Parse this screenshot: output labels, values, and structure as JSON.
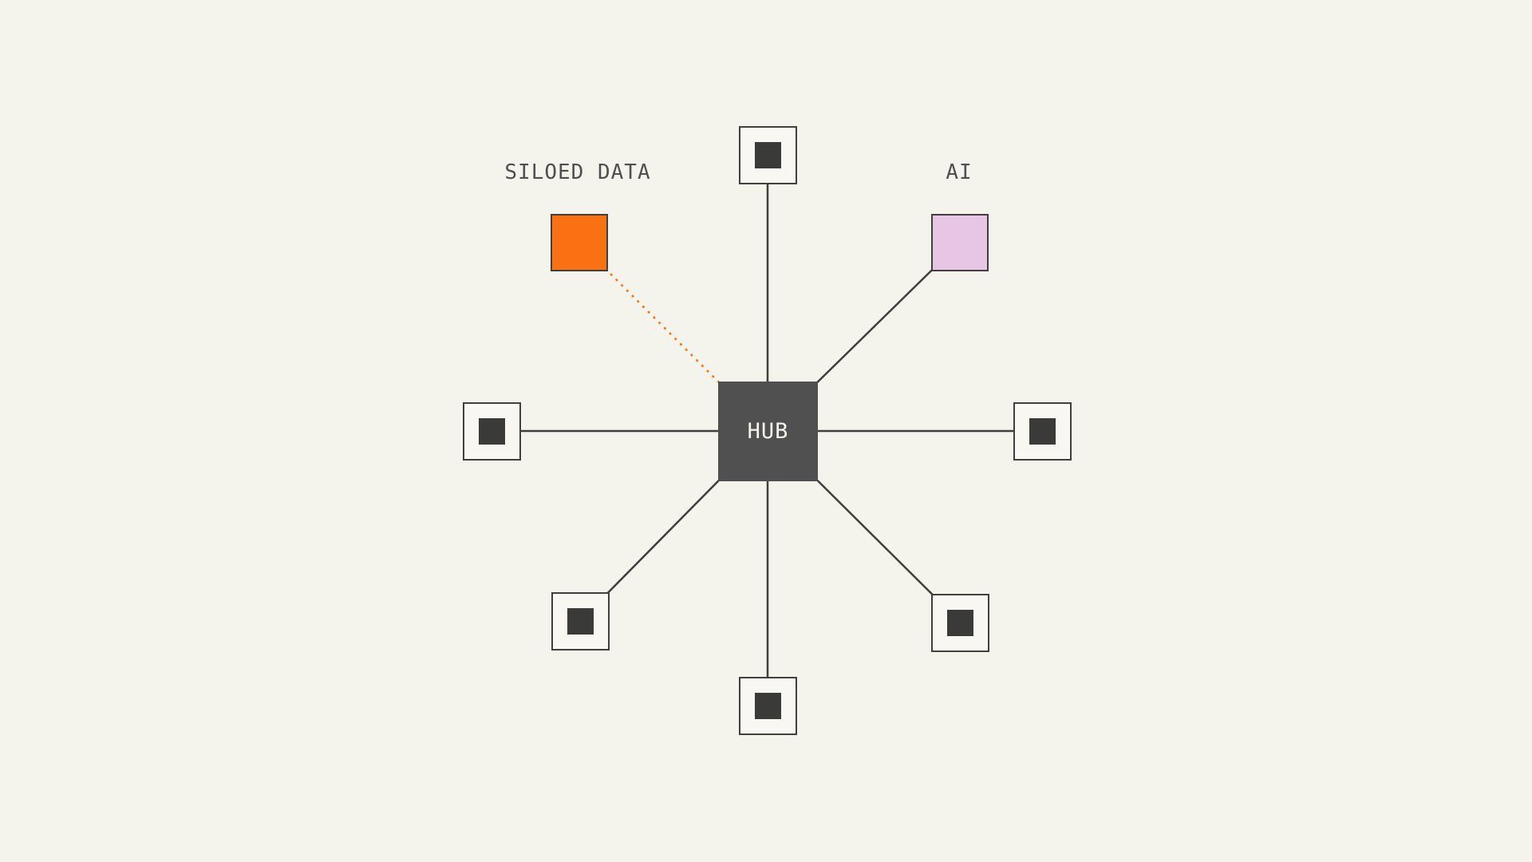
{
  "diagram": {
    "hub": {
      "label": "HUB",
      "fill": "#505050",
      "text_color": "#f4f3ec"
    },
    "labels": {
      "siloed_data": "SILOED DATA",
      "ai": "AI",
      "text_color": "#4f4f4f"
    },
    "siloed_data_node": {
      "fill": "#f97113",
      "border": "#3f3f3e",
      "link_style": "dotted",
      "link_color": "#f97113"
    },
    "ai_node": {
      "fill": "#e7c6e5",
      "border": "#3f3f3e",
      "link_style": "solid"
    },
    "spoke_nodes": {
      "count": 6,
      "positions": [
        "top",
        "left",
        "right",
        "bottom",
        "bottom-left",
        "bottom-right"
      ],
      "outer_fill": "#f8f7f1",
      "inner_fill": "#3a3a38",
      "border": "#3f3f3e"
    },
    "connector_color": "#3f3f3e",
    "background": "#f4f4ec"
  }
}
